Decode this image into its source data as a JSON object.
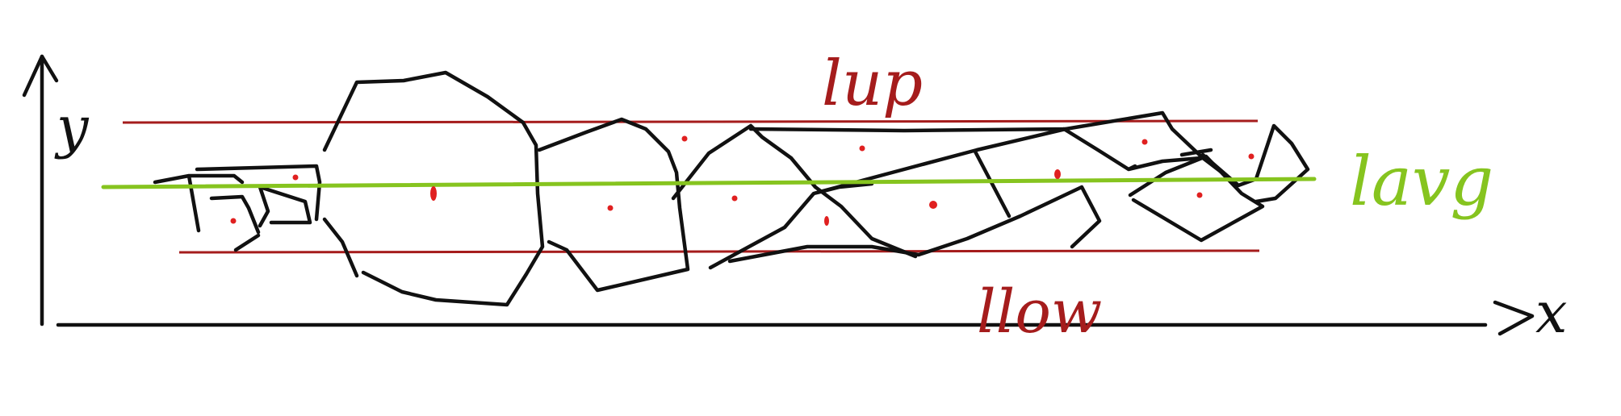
{
  "labels": {
    "upper_line": "lup",
    "lower_line": "llow",
    "average_line": "lavg",
    "x_axis": "x",
    "y_axis": "y"
  },
  "colors": {
    "upper_line": "#a51c1c",
    "lower_line": "#a51c1c",
    "average_line": "#86c41f",
    "ink": "#111111",
    "dots": "#e02020",
    "background": "#ffffff"
  }
}
